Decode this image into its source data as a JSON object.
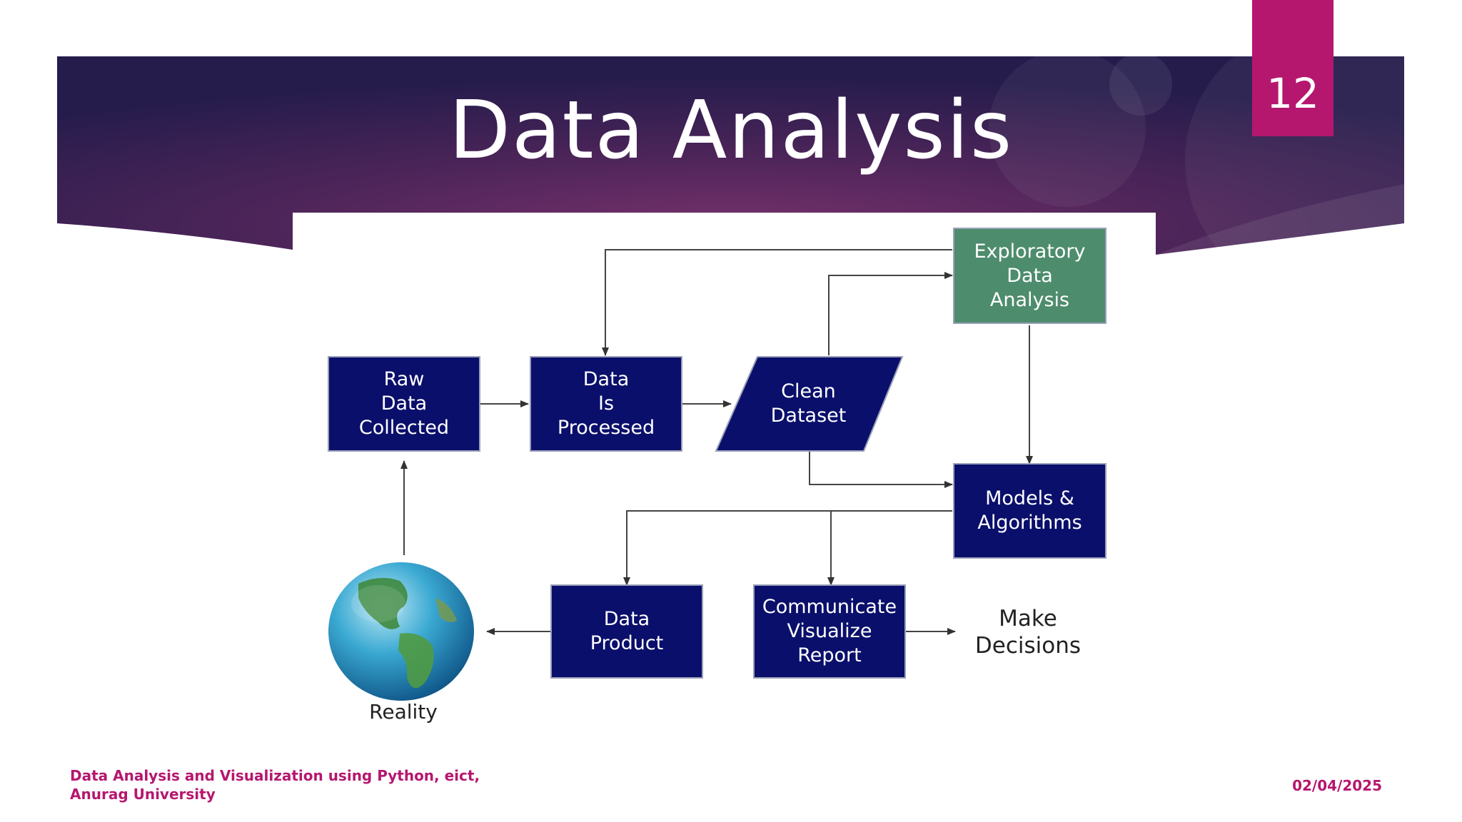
{
  "slide": {
    "title": "Data Analysis",
    "page_number": "12",
    "footer_text": "Data Analysis and Visualization using Python, eict, Anurag University",
    "date": "02/04/2025"
  },
  "colors": {
    "banner_dark": "#2b1f52",
    "banner_mid": "#6a2c66",
    "accent": "#b5176f",
    "node_fill": "#0a0f6b",
    "eda_fill": "#4d8c6c"
  },
  "diagram": {
    "nodes": {
      "raw": "Raw\nData\nCollected",
      "processed": "Data\nIs\nProcessed",
      "clean": "Clean\nDataset",
      "eda": "Exploratory\nData\nAnalysis",
      "models": "Models &\nAlgorithms",
      "product": "Data\nProduct",
      "communicate": "Communicate\nVisualize\nReport",
      "decisions": "Make\nDecisions",
      "reality": "Reality"
    },
    "globe_icon": "globe-icon"
  }
}
